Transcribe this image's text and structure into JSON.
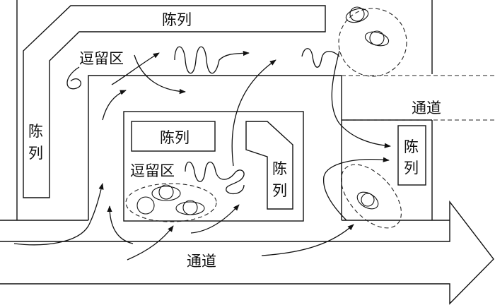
{
  "labels": {
    "display_top": "陈列",
    "display_left": "陈列",
    "display_center": "陈列",
    "display_inner_l": "陈列",
    "display_right": "陈列",
    "linger_top": "逗留区",
    "linger_center": "逗留区",
    "aisle_right": "通道",
    "aisle_bottom": "通道"
  },
  "colors": {
    "ink": "#111111",
    "paper": "#ffffff"
  }
}
